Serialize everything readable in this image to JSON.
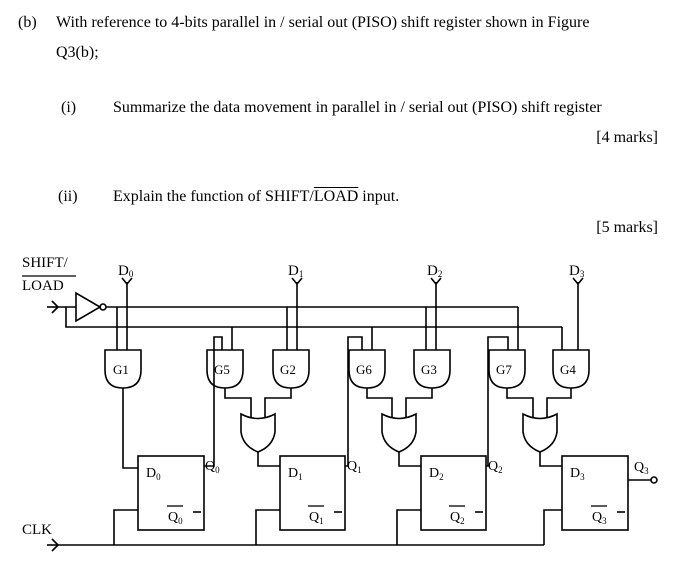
{
  "question": {
    "part_label": "(b)",
    "stem_line1": "With reference to 4-bits parallel in / serial out (PISO) shift register shown in Figure",
    "stem_line2": "Q3(b);",
    "sub1_label": "(i)",
    "sub1_text": "Summarize the data movement in parallel in / serial out (PISO) shift register",
    "sub1_marks": "[4 marks]",
    "sub2_label": "(ii)",
    "sub2_text_prefix": "Explain the function of SHIFT/",
    "sub2_text_overline": "LOAD",
    "sub2_text_suffix": " input.",
    "sub2_marks": "[5 marks]"
  },
  "circuit": {
    "shift_label": "SHIFT/",
    "load_label": "LOAD",
    "clk_label": "CLK",
    "data_inputs": [
      "D",
      "D",
      "D",
      "D"
    ],
    "data_input_subs": [
      "0",
      "1",
      "2",
      "3"
    ],
    "and_gates": [
      "G1",
      "G5",
      "G2",
      "G6",
      "G3",
      "G7",
      "G4"
    ],
    "ff_d": [
      "D",
      "D",
      "D",
      "D"
    ],
    "ff_q": [
      "Q",
      "Q",
      "Q",
      "Q"
    ],
    "ff_qbar": [
      "Q",
      "Q",
      "Q",
      "Q"
    ],
    "ff_subs": [
      "0",
      "1",
      "2",
      "3"
    ],
    "output_label": "Q",
    "output_sub": "3"
  }
}
